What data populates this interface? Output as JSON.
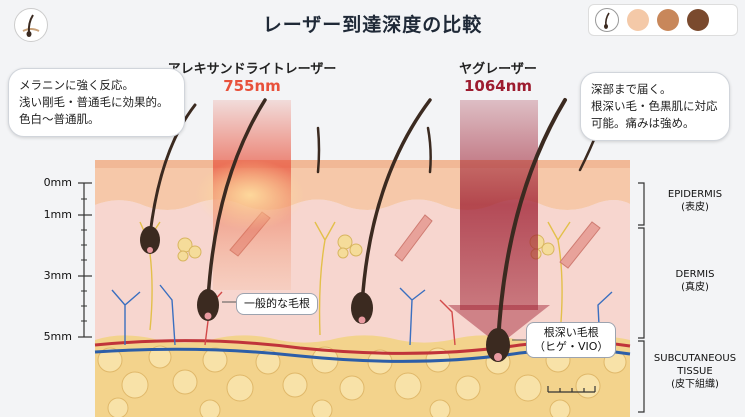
{
  "title": "レーザー到達深度の比較",
  "lasers": [
    {
      "name": "アレキサンドライトレーザー",
      "wavelength": "755nm",
      "color": "#e8513b"
    },
    {
      "name": "ヤグレーザー",
      "wavelength": "1064nm",
      "color": "#9d1c2f"
    }
  ],
  "callouts": {
    "left": [
      "メラニンに強く反応。",
      "浅い剛毛・普通毛に効果的。",
      "色白〜普通肌。"
    ],
    "right": [
      "深部まで届く。",
      "根深い毛・色黒肌に対応",
      "可能。痛みは強め。"
    ]
  },
  "tags": {
    "normal_root": "一般的な毛根",
    "deep_root": [
      "根深い毛根",
      "（ヒゲ・VIO）"
    ]
  },
  "depths": [
    "0mm",
    "1mm",
    "3mm",
    "5mm"
  ],
  "layers": {
    "epidermis": [
      "EPIDERMIS",
      "(表皮)"
    ],
    "dermis": [
      "DERMIS",
      "(真皮)"
    ],
    "subcutaneous": [
      "SUBCUTANEOUS",
      "TISSUE",
      "(皮下組織)"
    ]
  },
  "skin_tones": [
    "#f4c9a8",
    "#c8875a",
    "#7a4a2e"
  ],
  "icons": [
    "hair-follicle-icon",
    "hair-follicle-icon-small"
  ]
}
